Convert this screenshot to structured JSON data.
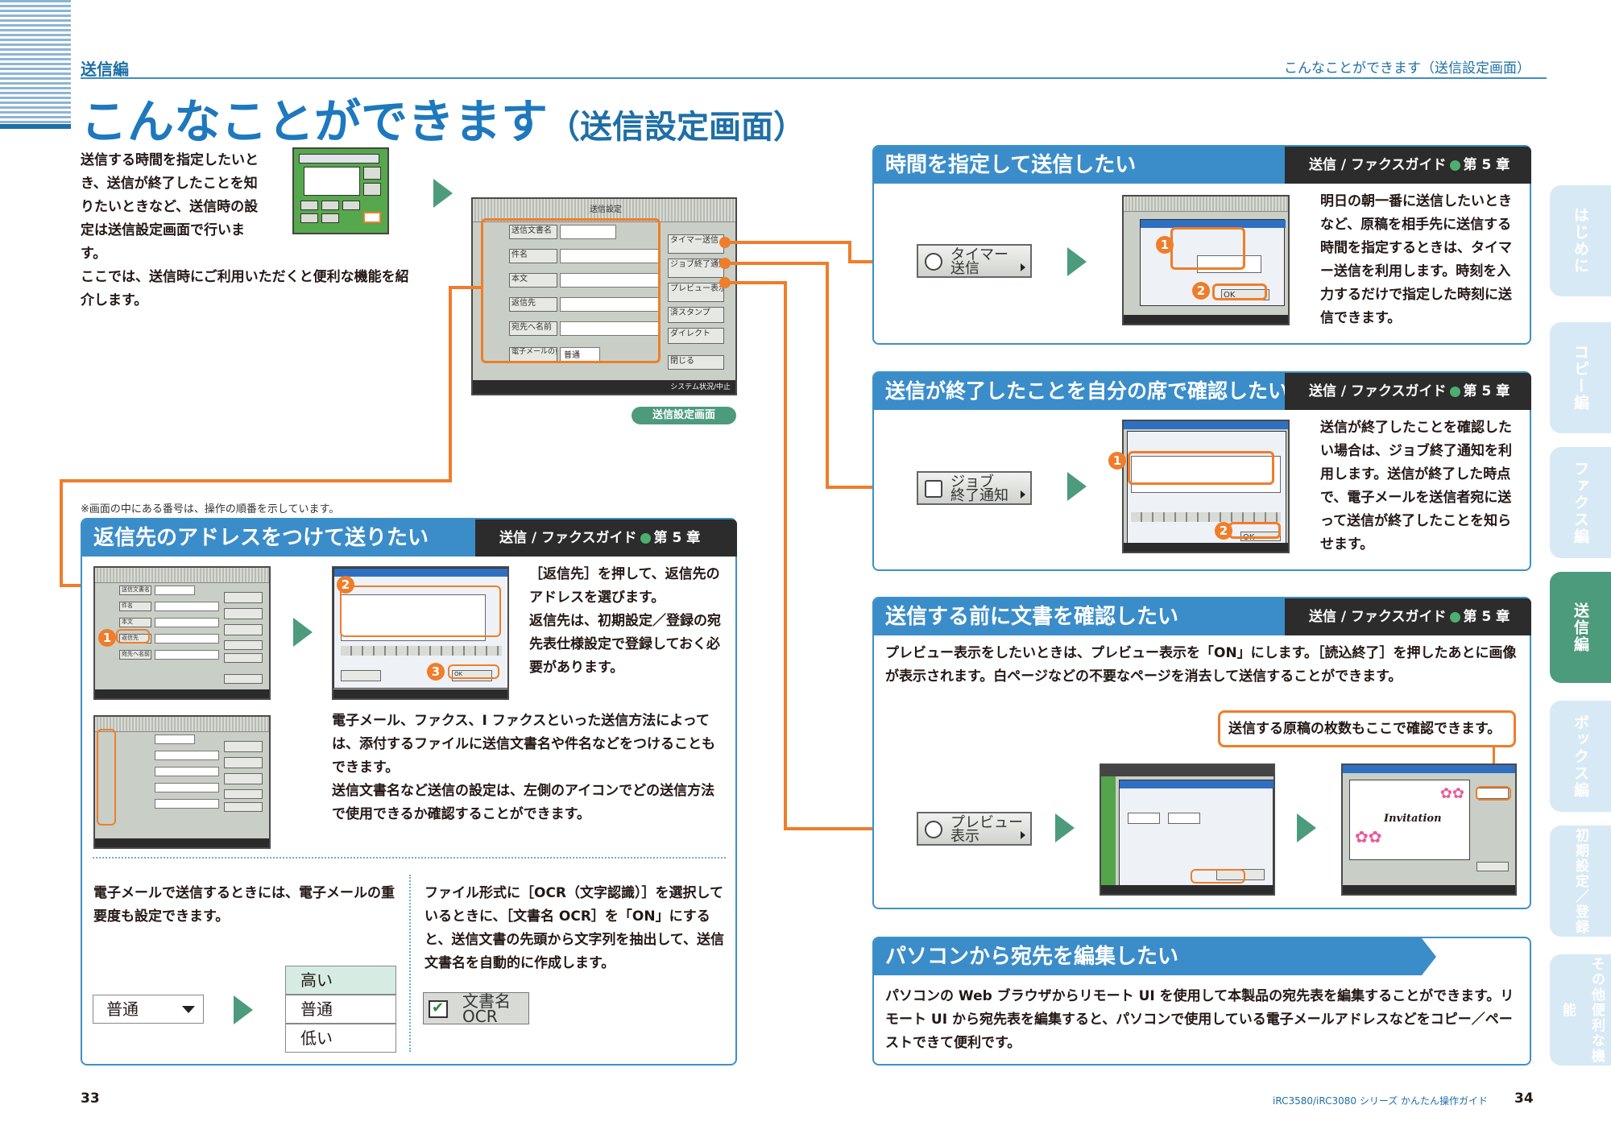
{
  "header": {
    "section": "送信編",
    "right_title": "こんなことができます（送信設定画面）",
    "title_main": "こんなことができます",
    "title_paren": "（送信設定画面）"
  },
  "intro": {
    "line1": "送信する時間を指定したいとき、送信が終了したことを知りたいときなど、送信時の設定は送信設定画面で行います。",
    "line2": "ここでは、送信時にご利用いただくと便利な機能を紹介します。"
  },
  "screen_main": {
    "title": "送信設定",
    "rows": [
      "送信文書名",
      "件名",
      "本文",
      "返信先",
      "宛先へ名前",
      "電子メールの重要度"
    ],
    "priority_value": "普通",
    "side_buttons": [
      "タイマー送信",
      "ジョブ終了通知",
      "プレビュー表示",
      "済スタンプ",
      "ダイレクト"
    ],
    "close": "閉じる",
    "status": "システム状況/中止"
  },
  "caption": "送信設定画面",
  "note": "※画面の中にある番号は、操作の順番を示しています。",
  "guide": {
    "prefix": "送信 / ファクスガイド",
    "chapter": "第 5 章"
  },
  "reply": {
    "heading": "返信先のアドレスをつけて送りたい",
    "text1": "［返信先］を押して、返信先のアドレスを選びます。",
    "text2": "返信先は、初期設定／登録の宛先表仕様設定で登録しておく必要があります。",
    "text3": "電子メール、ファクス、I ファクスといった送信方法によっては、添付するファイルに送信文書名や件名などをつけることもできます。",
    "text4": "送信文書名など送信の設定は、左側のアイコンでどの送信方法で使用できるか確認することができます。",
    "email_text": "電子メールで送信するときには、電子メールの重要度も設定できます。",
    "ocr_text": "ファイル形式に［OCR（文字認識）］を選択しているときに、［文書名 OCR］を「ON」にすると、送信文書の先頭から文字列を抽出して、送信文書名を自動的に作成します。",
    "dropdown_value": "普通",
    "priority_options": [
      "高い",
      "普通",
      "低い"
    ],
    "ocr_button_line1": "文書名",
    "ocr_button_line2": "OCR"
  },
  "timer": {
    "heading": "時間を指定して送信したい",
    "button_line1": "タイマー",
    "button_line2": "送信",
    "text": "明日の朝一番に送信したいときなど、原稿を相手先に送信する時間を指定するときは、タイマー送信を利用します。時刻を入力するだけで指定した時刻に送信できます。"
  },
  "job": {
    "heading": "送信が終了したことを自分の席で確認したい",
    "button_line1": "ジョブ",
    "button_line2": "終了通知",
    "text": "送信が終了したことを確認したい場合は、ジョブ終了通知を利用します。送信が終了した時点で、電子メールを送信者宛に送って送信が終了したことを知らせます。"
  },
  "preview": {
    "heading": "送信する前に文書を確認したい",
    "text": "プレビュー表示をしたいときは、プレビュー表示を「ON」にします。［読込終了］を押したあとに画像が表示されます。白ページなどの不要なページを消去して送信することができます。",
    "callout": "送信する原稿の枚数もここで確認できます。",
    "button_line1": "プレビュー",
    "button_line2": "表示",
    "invitation": "Invitation",
    "preview_title": "プレビュー表示"
  },
  "pc": {
    "heading": "パソコンから宛先を編集したい",
    "text": "パソコンの Web ブラウザからリモート UI を使用して本製品の宛先表を編集することができます。リモート UI から宛先表を編集すると、パソコンで使用している電子メールアドレスなどをコピー／ペーストできて便利です。"
  },
  "tabs": [
    "はじめに",
    "コピー編",
    "ファクス編",
    "送信編",
    "ボックス編",
    "初期設定／登録",
    "その他便利な機能"
  ],
  "footer": {
    "left_page": "33",
    "right_page": "34",
    "product": "iRC3580/iRC3080 シリーズ かんたん操作ガイド"
  },
  "markers": [
    "1",
    "2",
    "3"
  ],
  "colors": {
    "accent": "#3b8dc9",
    "orange": "#ef7d2a",
    "green": "#4c9b7c",
    "dark": "#2c2c2c"
  }
}
